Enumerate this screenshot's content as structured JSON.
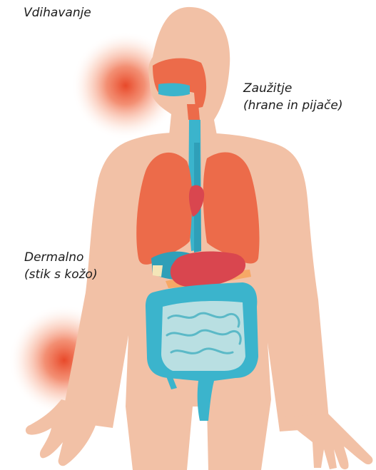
{
  "labels": {
    "inhalation": "Vdihavanje",
    "ingestion_line1": "Zaužitje",
    "ingestion_line2": "(hrane in pijače)",
    "dermal_line1": "Dermalno",
    "dermal_line2": "(stik s kožo)"
  },
  "colors": {
    "skin": "#f2c1a6",
    "lungs": "#ec6b4a",
    "stomach": "#d9464f",
    "intestine": "#3bb4cc",
    "intestine_fill": "#b9dfe2",
    "trachea": "#3bb4cc",
    "exposure_glow": "#ef5a3c"
  }
}
